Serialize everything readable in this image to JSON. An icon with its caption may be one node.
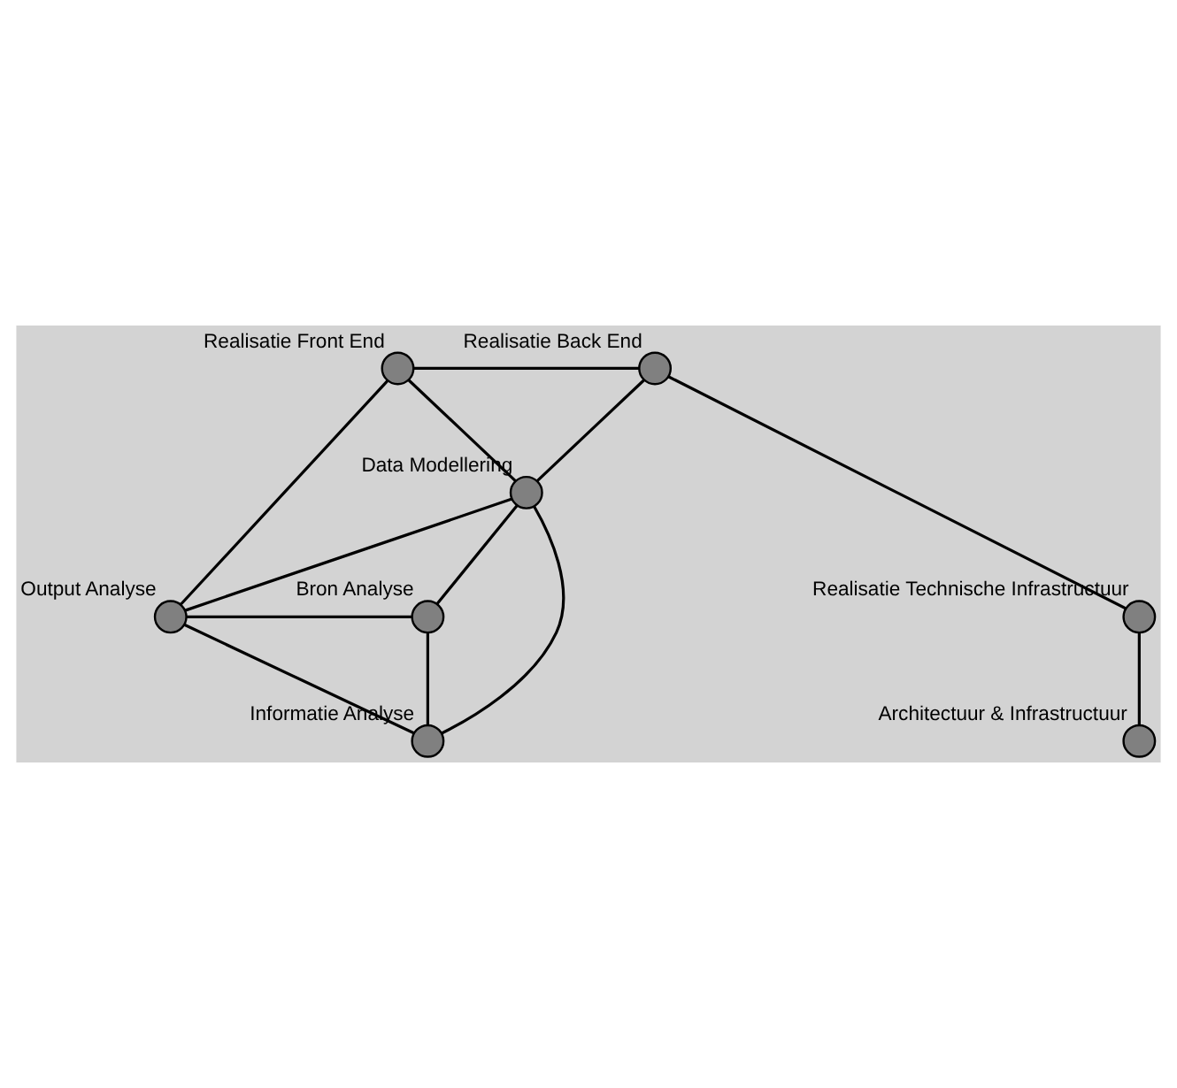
{
  "diagram": {
    "nodes": [
      {
        "text": [],
        "shape": "circle",
        "beside": [
          "Realisatie Front End"
        ]
      },
      {
        "text": [],
        "shape": "circle",
        "beside": [
          "Realisatie Back End"
        ]
      },
      {
        "text": [],
        "shape": "circle",
        "beside": [
          "Data Modellering"
        ]
      },
      {
        "text": [],
        "shape": "circle",
        "beside": [
          "Realisatie Technische Infrastructuur"
        ]
      },
      {
        "text": [],
        "shape": "circle",
        "beside": [
          "Output Analyse"
        ]
      },
      {
        "text": [],
        "shape": "circle",
        "beside": [
          "Bron Analyse"
        ]
      },
      {
        "text": [],
        "shape": "circle",
        "beside": [
          "Informatie Analyse"
        ]
      },
      {
        "text": [],
        "shape": "circle",
        "beside": [
          "Architectuur & Infrastructuur"
        ]
      }
    ],
    "edges": [
      {
        "from": 0,
        "to": 1,
        "arrow": "none"
      },
      {
        "from": 1,
        "to": 3,
        "arrow": "none"
      },
      {
        "from": 3,
        "to": 7,
        "arrow": "none"
      },
      {
        "from": 0,
        "to": 2,
        "arrow": "none"
      },
      {
        "from": 1,
        "to": 2,
        "arrow": "none"
      },
      {
        "from": 0,
        "to": 4,
        "arrow": "none"
      },
      {
        "from": 2,
        "to": 4,
        "arrow": "none"
      },
      {
        "from": 2,
        "to": 5,
        "arrow": "none"
      },
      {
        "from": 4,
        "to": 5,
        "arrow": "none"
      },
      {
        "from": 5,
        "to": 6,
        "arrow": "none"
      },
      {
        "from": 4,
        "to": 6,
        "arrow": "none"
      },
      {
        "from": 2,
        "to": 6,
        "arrow": "none"
      }
    ]
  }
}
